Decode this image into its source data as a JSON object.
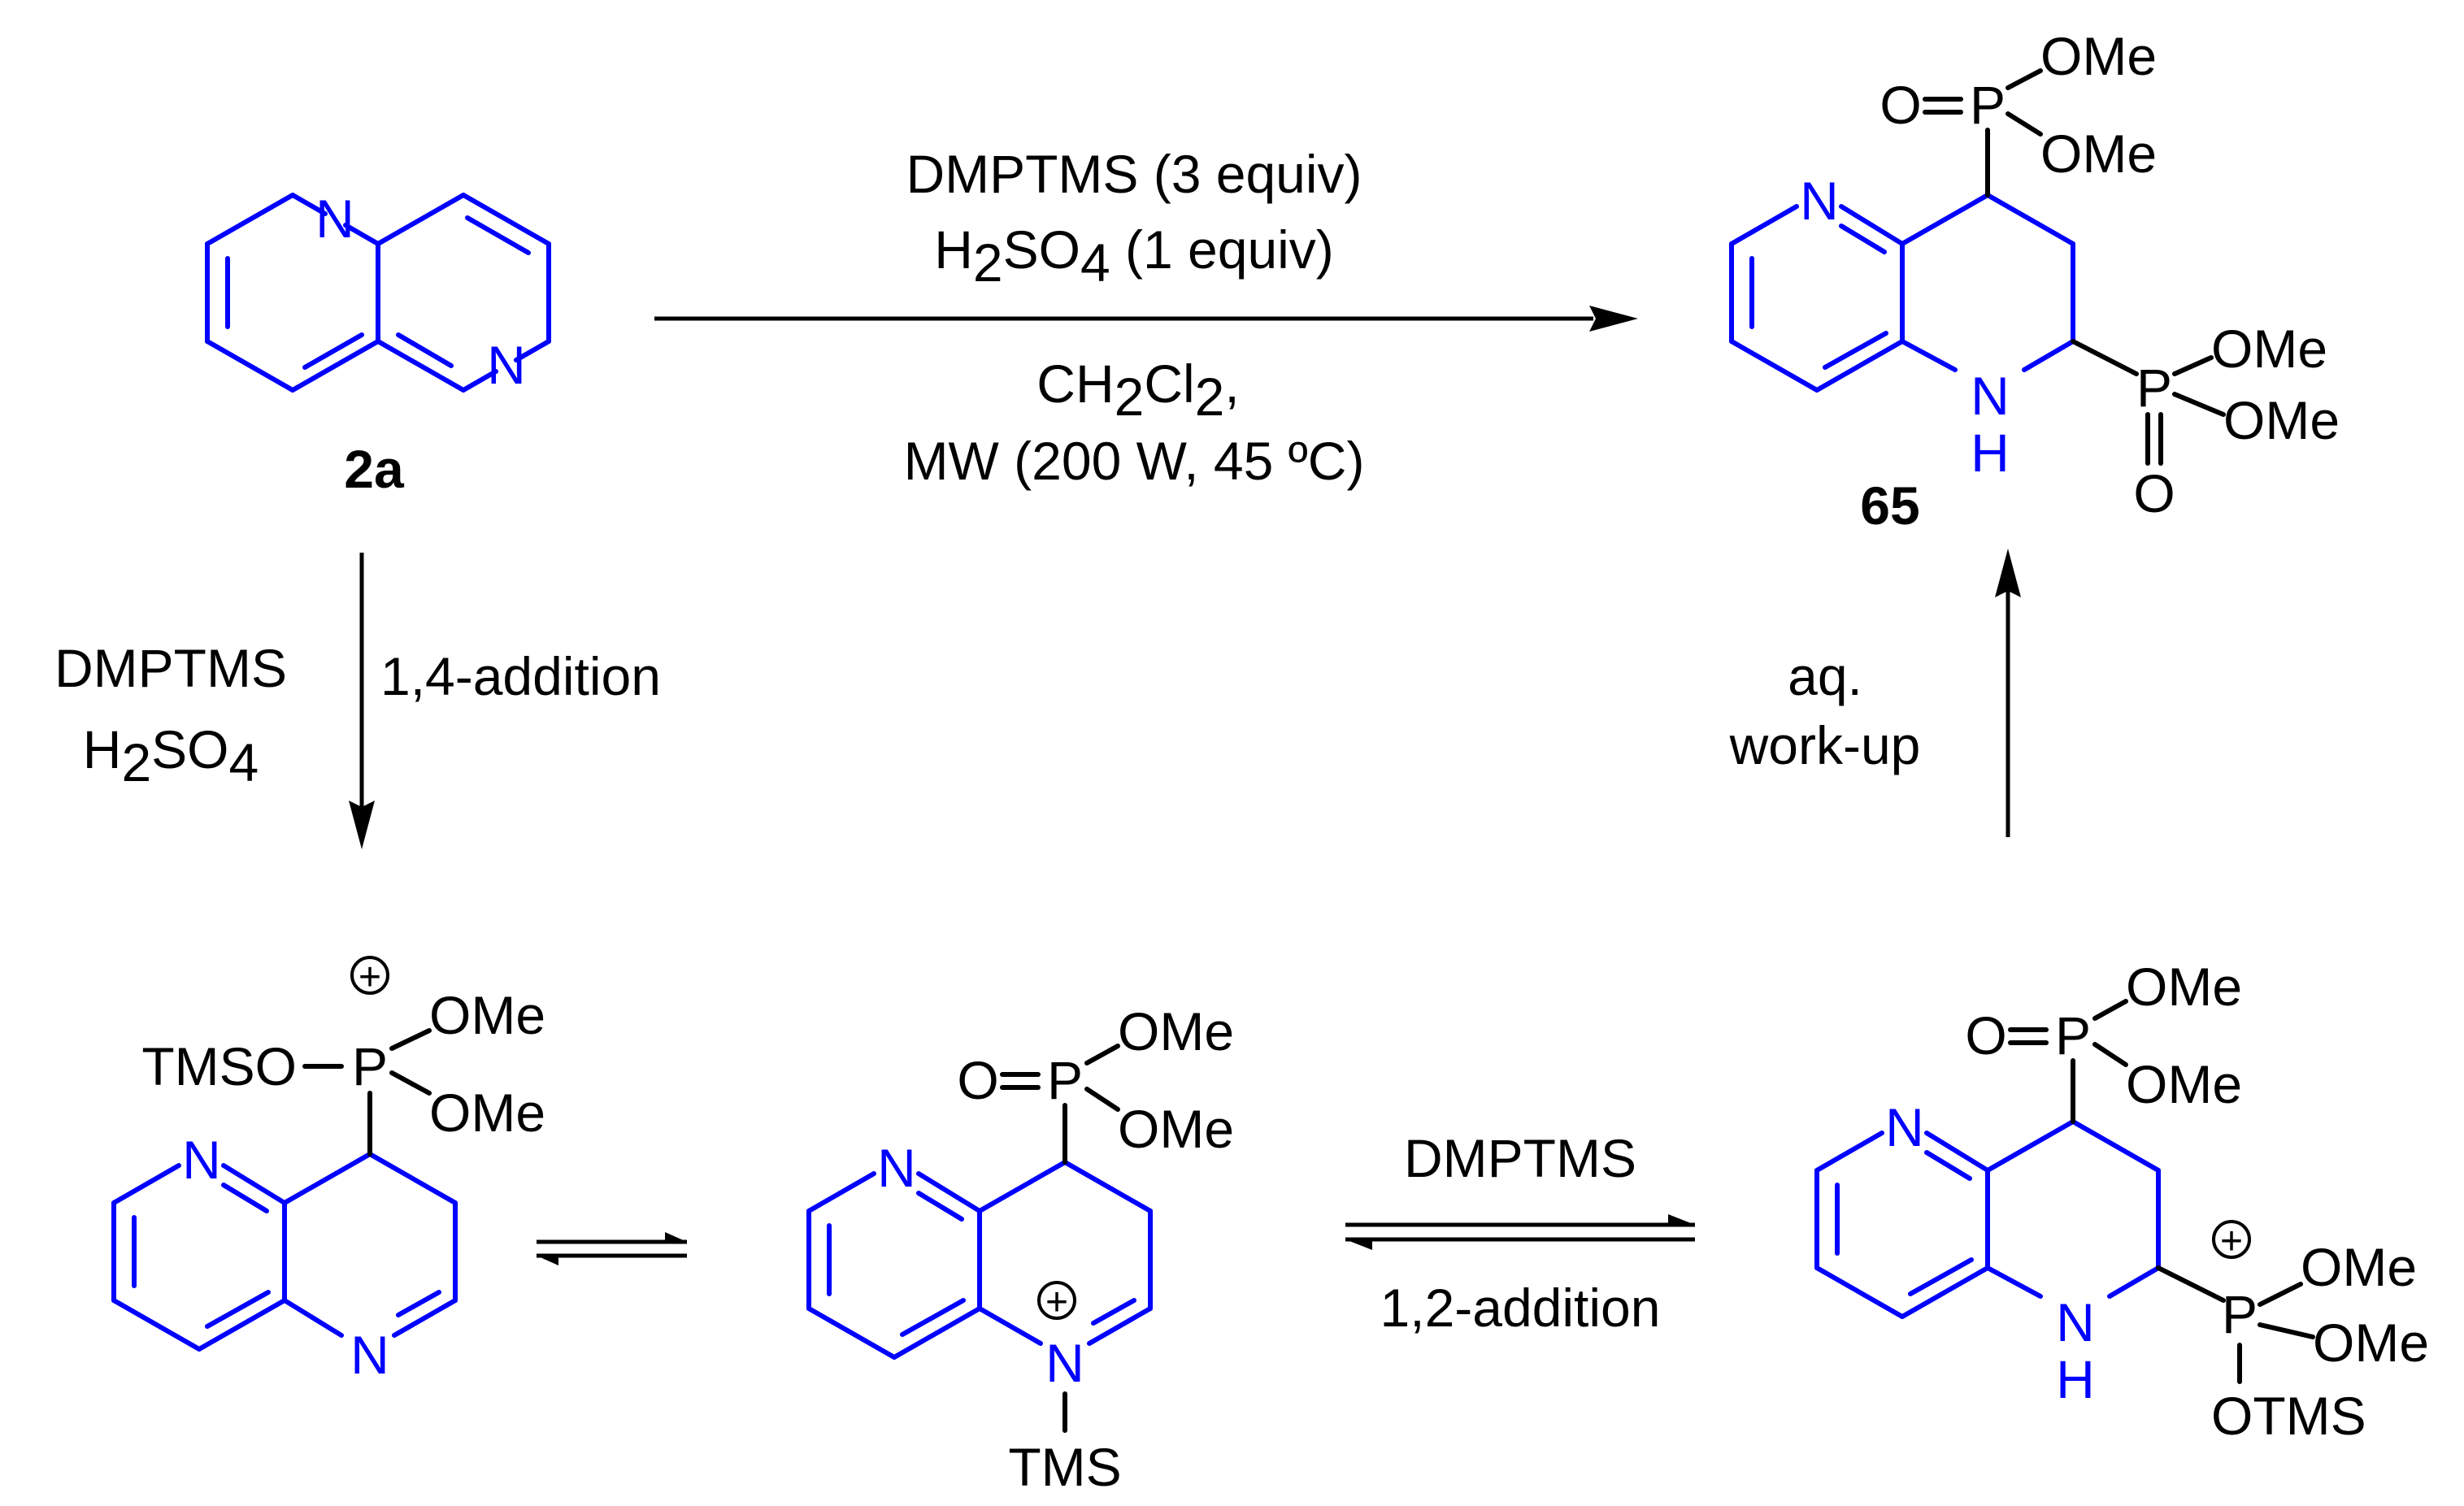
{
  "compounds": {
    "start": {
      "label": "2a",
      "atoms": {
        "n1": "N",
        "n2": "N"
      }
    },
    "product": {
      "label": "65",
      "atoms": {
        "n_pyridine": "N",
        "nh_n": "N",
        "nh_h": "H",
        "p1": "P",
        "p1_o": "O",
        "p1_ome1": "OMe",
        "p1_ome2": "OMe",
        "p2": "P",
        "p2_o": "O",
        "p2_ome1": "OMe",
        "p2_ome2": "OMe"
      }
    },
    "intermediate_a": {
      "atoms": {
        "tmso": "TMSO",
        "p": "P",
        "ome1": "OMe",
        "ome2": "OMe",
        "n1": "N",
        "n2": "N",
        "charge": "+"
      }
    },
    "intermediate_b": {
      "atoms": {
        "o": "O",
        "p": "P",
        "ome1": "OMe",
        "ome2": "OMe",
        "n_pyridine": "N",
        "n_plus": "N",
        "tms": "TMS",
        "charge": "+"
      }
    },
    "intermediate_c": {
      "atoms": {
        "o": "O",
        "p1": "P",
        "p1_ome1": "OMe",
        "p1_ome2": "OMe",
        "n_pyridine": "N",
        "nh_n": "N",
        "nh_h": "H",
        "p2": "P",
        "p2_ome1": "OMe",
        "p2_ome2": "OMe",
        "p2_otms": "OTMS",
        "charge": "+"
      }
    }
  },
  "conditions": {
    "main_arrow": {
      "above_line1": "DMPTMS (3 equiv)",
      "above_line2_pre": "H",
      "above_line2_sub1": "2",
      "above_line2_mid": "SO",
      "above_line2_sub2": "4",
      "above_line2_post": " (1 equiv)",
      "below_line1_pre": "CH",
      "below_line1_sub1": "2",
      "below_line1_mid": "Cl",
      "below_line1_sub2": "2",
      "below_line1_post": ",",
      "below_line2": "MW (200 W, 45 ºC)"
    },
    "down_arrow": {
      "reagent1": "DMPTMS",
      "reagent2_pre": "H",
      "reagent2_sub1": "2",
      "reagent2_mid": "SO",
      "reagent2_sub2": "4",
      "description": "1,4-addition"
    },
    "equilibrium_right": {
      "above": "DMPTMS",
      "below": "1,2-addition"
    },
    "up_arrow": {
      "line1": "aq.",
      "line2": "work-up"
    }
  },
  "colors": {
    "heterocycle": "#0000ff",
    "ink": "#000000",
    "background": "#ffffff"
  }
}
